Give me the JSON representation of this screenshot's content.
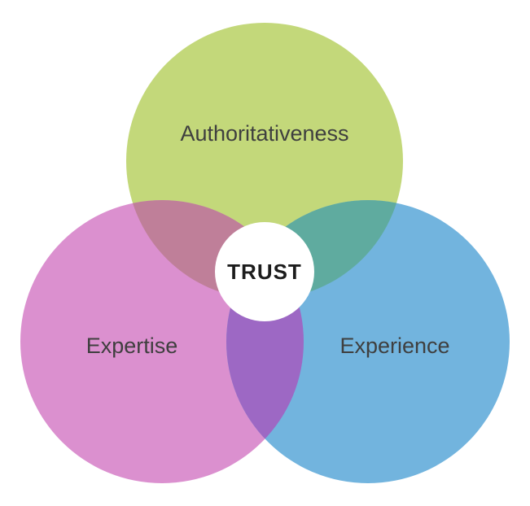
{
  "diagram": {
    "type": "venn-3",
    "center_label": "TRUST",
    "circles": [
      {
        "id": "authoritativeness",
        "label": "Authoritativeness",
        "color": "#c3d87a"
      },
      {
        "id": "expertise",
        "label": "Expertise",
        "color": "#db90cf"
      },
      {
        "id": "experience",
        "label": "Experience",
        "color": "#72b4de"
      }
    ],
    "overlaps": [
      {
        "between": [
          "authoritativeness",
          "expertise"
        ],
        "color": "#bf7f99"
      },
      {
        "between": [
          "authoritativeness",
          "experience"
        ],
        "color": "#5fab9f"
      },
      {
        "between": [
          "expertise",
          "experience"
        ],
        "color": "#9d68c4"
      }
    ],
    "center_circle_color": "#ffffff",
    "label_text_color": "#3f3f3f",
    "center_text_color": "#1c1c1c"
  }
}
